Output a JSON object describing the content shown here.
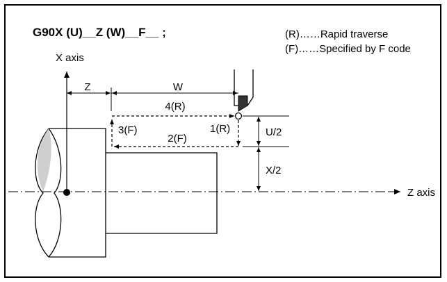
{
  "title": "G90X (U)__Z (W)__F__ ;",
  "legend": {
    "rapid": "(R)……Rapid traverse",
    "feed": "(F)……Specified by F code"
  },
  "axes": {
    "x_axis": "X axis",
    "z_axis": "Z axis"
  },
  "dimensions": {
    "z": "Z",
    "w": "W",
    "u_half": "U/2",
    "x_half": "X/2"
  },
  "path_labels": {
    "p1": "1(R)",
    "p2": "2(F)",
    "p3": "3(F)",
    "p4": "4(R)"
  }
}
